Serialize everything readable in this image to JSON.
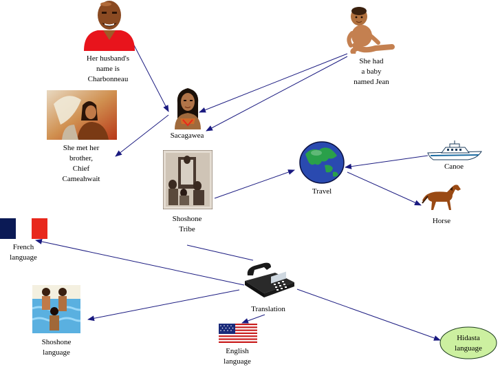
{
  "nodes": {
    "husband": {
      "label": "Her husband's\nname is\nCharbonneau",
      "icon": "bald-man-icon"
    },
    "baby": {
      "label": "She had\na baby\nnamed Jean",
      "icon": "baby-icon"
    },
    "sacagawea": {
      "label": "Sacagawea",
      "icon": "sacagawea-portrait-icon"
    },
    "brother": {
      "label": "She met her\nbrother,\nChief\nCameahwait",
      "icon": "reunion-painting-icon"
    },
    "tribe": {
      "label": "Shoshone\nTribe",
      "icon": "tribe-photo-icon"
    },
    "travel": {
      "label": "Travel",
      "icon": "globe-icon"
    },
    "canoe": {
      "label": "Canoe",
      "icon": "boat-icon"
    },
    "horse": {
      "label": "Horse",
      "icon": "horse-icon"
    },
    "french": {
      "label": "French\nlanguage",
      "icon": "french-flag-icon"
    },
    "translation": {
      "label": "Translation",
      "icon": "telephone-icon"
    },
    "shoshone_lang": {
      "label": "Shoshone\nlanguage",
      "icon": "people-in-water-icon"
    },
    "english": {
      "label": "English\nlanguage",
      "icon": "us-flag-icon"
    },
    "hidasta": {
      "label": "Hidasta\nlanguage",
      "icon": "ellipse-node"
    }
  },
  "colors": {
    "arrow": "#1a1a80",
    "hidasta_fill": "#ccf0a0",
    "hidasta_stroke": "#1a3a1a",
    "flag_blue": "#0b1a55",
    "flag_red": "#e8281c"
  }
}
